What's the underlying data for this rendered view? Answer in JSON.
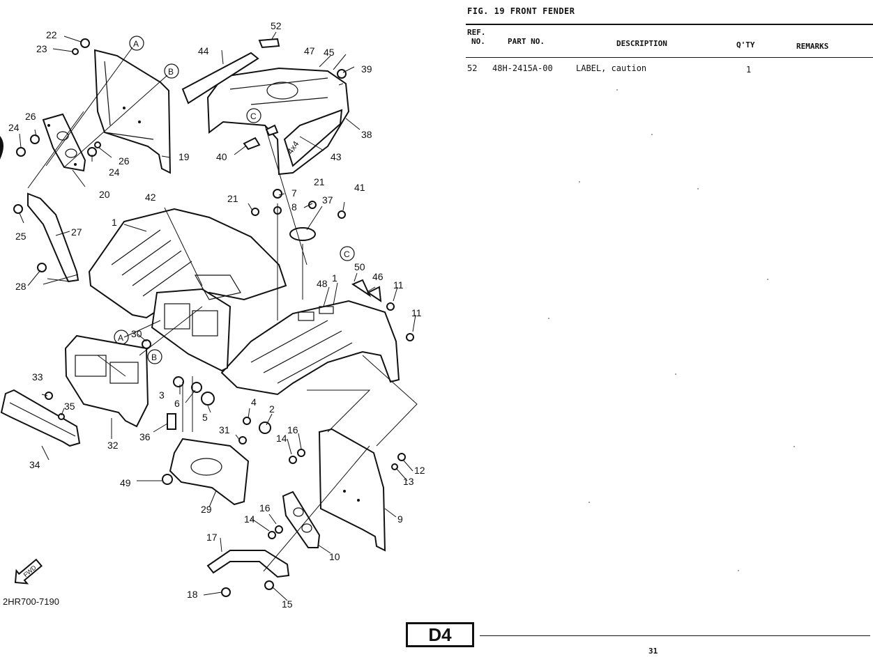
{
  "figure": {
    "title": "FIG. 19  FRONT FENDER",
    "columns": {
      "ref_line1": "REF.",
      "ref_line2": "NO.",
      "part_no": "PART NO.",
      "description": "DESCRIPTION",
      "qty": "Q'TY",
      "remarks": "REMARKS"
    },
    "rows": [
      {
        "ref": "52",
        "part_no": "48H-2415A-00",
        "description": "LABEL, caution",
        "qty": "1",
        "remarks": ""
      }
    ]
  },
  "diagram": {
    "code": "2HR700-7190",
    "fwd_label": "FWD",
    "circle_labels": {
      "a": "A",
      "b": "B",
      "c": "C"
    },
    "callouts": {
      "n1": "1",
      "n1b": "1",
      "n2": "2",
      "n3": "3",
      "n4": "4",
      "n5": "5",
      "n6": "6",
      "n7": "7",
      "n8": "8",
      "n9": "9",
      "n10": "10",
      "n11a": "11",
      "n11b": "11",
      "n12": "12",
      "n13": "13",
      "n14a": "14",
      "n14b": "14",
      "n15": "15",
      "n16a": "16",
      "n16b": "16",
      "n17": "17",
      "n18": "18",
      "n19": "19",
      "n20": "20",
      "n21a": "21",
      "n21b": "21",
      "n22": "22",
      "n23": "23",
      "n24a": "24",
      "n24b": "24",
      "n25": "25",
      "n26a": "26",
      "n26b": "26",
      "n27": "27",
      "n28": "28",
      "n29": "29",
      "n30": "30",
      "n31": "31",
      "n32": "32",
      "n33": "33",
      "n34": "34",
      "n35": "35",
      "n36": "36",
      "n37": "37",
      "n38": "38",
      "n39": "39",
      "n40": "40",
      "n41": "41",
      "n42": "42",
      "n43": "43",
      "n44": "44",
      "n45": "45",
      "n46": "46",
      "n47": "47",
      "n48": "48",
      "n49": "49",
      "n50": "50",
      "n52": "52"
    }
  },
  "page": {
    "section_tag": "D4",
    "number": "31"
  }
}
